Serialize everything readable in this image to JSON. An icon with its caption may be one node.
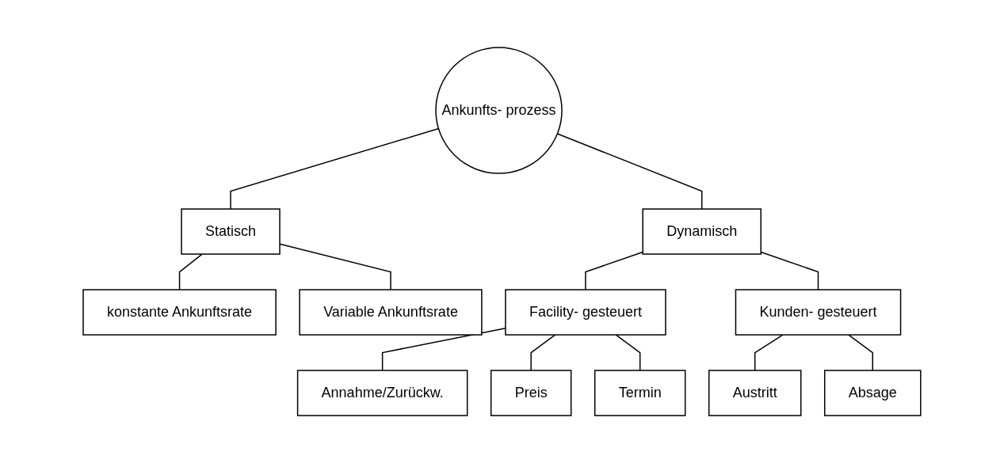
{
  "diagram": {
    "nodes": [
      {
        "text": [
          "Ankunfts- prozess"
        ]
      },
      {
        "text": [
          "Statisch"
        ]
      },
      {
        "text": [
          "Dynamisch"
        ]
      },
      {
        "text": [
          "konstante Ankunftsrate"
        ]
      },
      {
        "text": [
          "Variable Ankunftsrate"
        ]
      },
      {
        "text": [
          "Facility- gesteuert"
        ]
      },
      {
        "text": [
          "Kunden- gesteuert"
        ]
      },
      {
        "text": [
          "Annahme/Zurückw."
        ]
      },
      {
        "text": [
          "Preis"
        ]
      },
      {
        "text": [
          "Termin"
        ]
      },
      {
        "text": [
          "Austritt"
        ]
      },
      {
        "text": [
          "Absage"
        ]
      }
    ],
    "edges": [
      {
        "from": 0,
        "to": 1,
        "arrow": "none"
      },
      {
        "from": 0,
        "to": 2,
        "arrow": "none"
      },
      {
        "from": 1,
        "to": 3,
        "arrow": "none"
      },
      {
        "from": 1,
        "to": 4,
        "arrow": "none"
      },
      {
        "from": 2,
        "to": 5,
        "arrow": "none"
      },
      {
        "from": 2,
        "to": 6,
        "arrow": "none"
      },
      {
        "from": 5,
        "to": 7,
        "arrow": "none"
      },
      {
        "from": 5,
        "to": 8,
        "arrow": "none"
      },
      {
        "from": 5,
        "to": 9,
        "arrow": "none"
      },
      {
        "from": 6,
        "to": 10,
        "arrow": "none"
      },
      {
        "from": 6,
        "to": 11,
        "arrow": "none"
      }
    ]
  }
}
